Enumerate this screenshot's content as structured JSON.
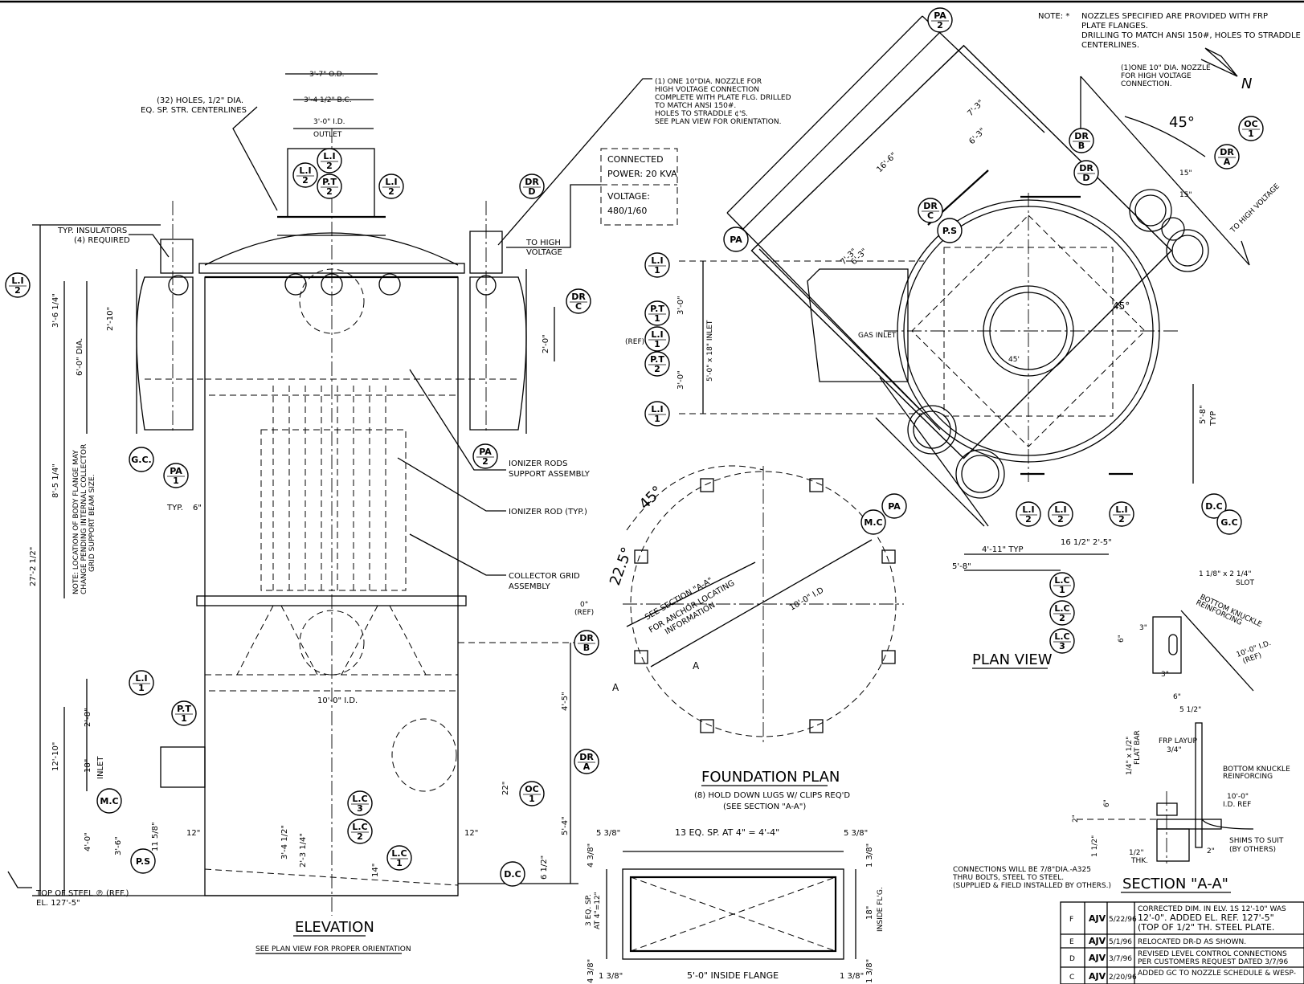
{
  "note": {
    "prefix": "NOTE:  *",
    "lines": [
      "NOZZLES SPECIFIED ARE PROVIDED WITH FRP",
      "PLATE FLANGES.",
      "DRILLING TO MATCH ANSI 150#, HOLES TO STRADDLE",
      "CENTERLINES."
    ]
  },
  "elevation": {
    "title": "ELEVATION",
    "subtitle": "SEE PLAN VIEW FOR PROPER ORIENTATION",
    "outlet": {
      "od": "3'-7\" O.D.",
      "bc": "3'-4 1/2\" B.C.",
      "id": "3'-0\" I.D.",
      "label": "OUTLET"
    },
    "holes": [
      "(32) HOLES, 1/2\" DIA.",
      "EQ. SP. STR. CENTERLINES"
    ],
    "insulators": [
      "TYP. INSULATORS",
      "(4) REQUIRED"
    ],
    "nozzle_note": [
      "(1) ONE 10\"DIA. NOZZLE FOR",
      "HIGH VOLTAGE CONNECTION",
      "COMPLETE WITH PLATE FLG. DRILLED",
      "TO MATCH ANSI 150#.",
      "HOLES TO STRADDLE ¢'S.",
      "SEE PLAN VIEW FOR ORIENTATION."
    ],
    "power_box": [
      "CONNECTED",
      "POWER: 20 KVA",
      "VOLTAGE:",
      "480/1/60"
    ],
    "to_high_voltage": [
      "TO HIGH",
      "VOLTAGE"
    ],
    "callouts": [
      "IONIZER RODS",
      "SUPPORT ASSEMBLY",
      "IONIZER ROD (TYP.)",
      "COLLECTOR GRID",
      "ASSEMBLY"
    ],
    "dims": {
      "d1": "3'-6 1/4\"",
      "d2": "2'-10\"",
      "d3": "6'-0\" DIA.",
      "d4": "8'-5 1/4\"",
      "d5": "27'-2 1/2\"",
      "d6": "12'-10\"",
      "d7": "2'-8\"",
      "d8": "18\"",
      "d9": "INLET",
      "d10": "4'-0\"",
      "d11": "3'-6\"",
      "d12": "11 5/8\"",
      "d13": "12\"",
      "d14": "3'-4 1/2\"",
      "d15": "2'-3 1/4\"",
      "d16": "14\"",
      "d17": "22\"",
      "d18": "4'-5\"",
      "d19": "5'-4\"",
      "d20": "6 1/2\"",
      "d21": "12\"",
      "d22": "10'-0\" I.D.",
      "d23": "2'-0\"",
      "d24": "TYP.",
      "d25": "6\""
    },
    "body_note": [
      "NOTE: LOCATION OF BODY FLANGE MAY",
      "CHANGE PENDING INTERNAL COLLECTOR",
      "GRID SUPPORT BEAM SIZE."
    ],
    "top_steel": [
      "TOP OF STEEL ℗ (REF.)",
      "EL. 127'-5\""
    ]
  },
  "plan": {
    "title": "PLAN VIEW",
    "nozzle": [
      "(1)ONE 10\" DIA. NOZZLE",
      "FOR HIGH VOLTAGE",
      "CONNECTION."
    ],
    "gas_inlet": "GAS INLET",
    "angle45": "45°",
    "to_high_voltage": "TO HIGH VOLTAGE",
    "dims": {
      "a": "16'-6\"",
      "b": "7'-3\"",
      "c": "6'-3\"",
      "d": "7'-3\"",
      "e": "6'-3\"",
      "f": "3'-0\"",
      "g": "5'-0\" x 18\" INLET",
      "h": "3'-0\"",
      "i": "(REF)",
      "j": "5'-8\"",
      "k": "TYP",
      "l": "4'-11\" TYP",
      "m": "5'-8\"",
      "n": "16 1/2\"",
      "o": "2'-5\"",
      "p": "15\"",
      "q": "15\"",
      "r": "45°",
      "s": "45'"
    }
  },
  "foundation": {
    "title": "FOUNDATION PLAN",
    "sub1": "(8) HOLD DOWN LUGS W/ CLIPS REQ'D",
    "sub2": "(SEE SECTION \"A-A\")",
    "see_section": [
      "SEE SECTION \"A-A\"",
      "FOR ANCHOR LOCATING",
      "INFORMATION"
    ],
    "diameter": "10'-0\" I.D",
    "angle1": "45°",
    "angle2": "22.5°",
    "zero": [
      "0°",
      "(REF)"
    ],
    "a_mark": "A"
  },
  "inlet_flange": {
    "top": "13 EQ. SP. AT 4\" = 4'-4\"",
    "l": "5 3/8\"",
    "r": "5 3/8\"",
    "side1": "4 3/8\"",
    "side2": "3 EQ. SP.",
    "side3": "AT 4\"=12\"",
    "side4": "4 3/8\"",
    "right1": "1 3/8\"",
    "right2": "18\"",
    "right3": "INSIDE FL'G.",
    "right4": "1 3/8\"",
    "bottom": "5'-0\" INSIDE FLANGE",
    "bl": "1 3/8\"",
    "br": "1 3/8\""
  },
  "section": {
    "title": "SECTION \"A-A\"",
    "slot": [
      "1 1/8\" x 2 1/4\"",
      "SLOT"
    ],
    "bottom_knuckle": [
      "BOTTOM KNUCKLE",
      "REINFORCING"
    ],
    "ref": [
      "10'-0\" I.D.",
      "(REF)"
    ],
    "flat_bar": [
      "1/4\" x 1/2\"",
      "FLAT BAR"
    ],
    "frp": [
      "FRP LAYUP",
      "3/4\""
    ],
    "id_ref": [
      "10'-0\"",
      "I.D. REF"
    ],
    "shims": [
      "SHIMS TO SUIT",
      "(BY OTHERS)"
    ],
    "dims": {
      "a": "3\"",
      "b": "6\"",
      "c": "3\"",
      "d": "6\"",
      "e": "5 1/2\"",
      "f": "6\"",
      "g": "2\"",
      "h": "1 1/2\"",
      "i": "1/2\"",
      "j": "THK.",
      "k": "2\""
    },
    "connections": [
      "CONNECTIONS WILL BE 7/8\"DIA.-A325",
      "THRU BOLTS, STEEL TO STEEL.",
      "(SUPPLIED & FIELD INSTALLED BY OTHERS.)"
    ]
  },
  "revisions": [
    {
      "rev": "F",
      "by": "AJV",
      "date": "5/22/96",
      "desc": [
        "CORRECTED DIM. IN ELV. 1S 12'-10\" WAS",
        "12'-0\". ADDED EL. REF. 127'-5\"",
        "(TOP OF 1/2\" TH. STEEL PLATE."
      ]
    },
    {
      "rev": "E",
      "by": "AJV",
      "date": "5/1/96",
      "desc": [
        "RELOCATED DR-D AS SHOWN."
      ]
    },
    {
      "rev": "D",
      "by": "AJV",
      "date": "3/7/96",
      "desc": [
        "REVISED LEVEL CONTROL CONNECTIONS",
        "PER CUSTOMERS REQUEST DATED 3/7/96"
      ]
    },
    {
      "rev": "C",
      "by": "AJV",
      "date": "2/20/96",
      "desc": [
        "ADDED GC TO NOZZLE SCHEDULE & WESP-"
      ]
    }
  ],
  "bubbles": {
    "li": "L.I",
    "pt": "P.T",
    "dr": "DR",
    "pa": "PA",
    "ps": "P.S",
    "mc": "M.C",
    "gc": "G.C",
    "dc": "D.C",
    "oc": "OC",
    "lc": "L.C",
    "n1": "1",
    "n2": "2",
    "n3": "3",
    "b": "B",
    "a": "A",
    "c": "C",
    "d": "D",
    "gcdot": "G.C."
  }
}
